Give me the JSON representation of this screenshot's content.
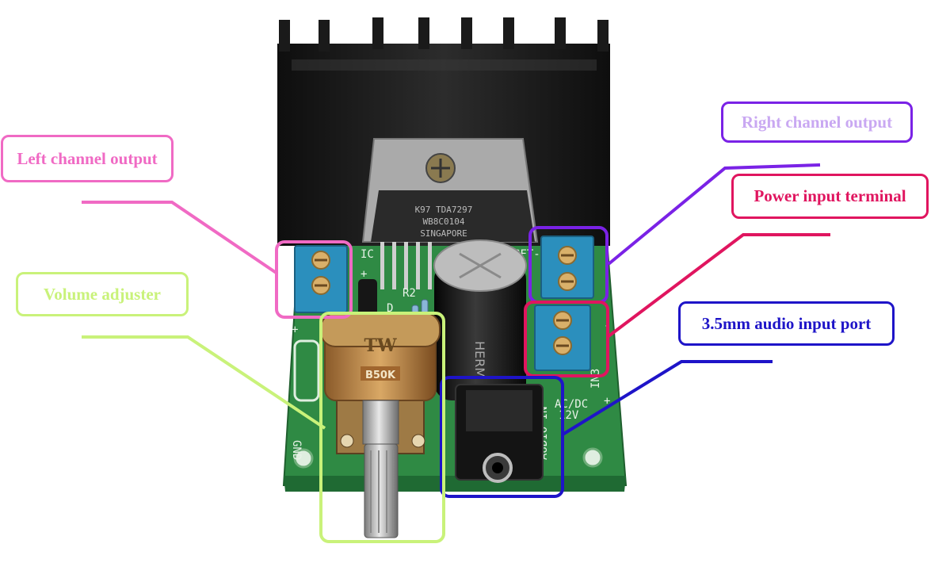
{
  "labels": {
    "left_channel": {
      "text": "Left channel output",
      "color": "#f06ac4"
    },
    "volume": {
      "text": "Volume adjuster",
      "color": "#c9f27a"
    },
    "right_channel": {
      "text": "Right channel output",
      "color": "#7a22e6",
      "text_color": "#c9a8f2"
    },
    "power": {
      "text": "Power input terminal",
      "color": "#e0155f"
    },
    "audio": {
      "text": "3.5mm audio input port",
      "color": "#1e14c8"
    }
  },
  "board": {
    "chip_text": [
      "K97 TDA7297",
      "WB8C0104",
      "SINGAPORE"
    ],
    "pot_text": "B50K",
    "pot_brand": "TW",
    "cap_text": "HERM",
    "silkscreen": [
      "IC",
      "R2",
      "D",
      "GND",
      "AUDIO IN",
      "AC/DC",
      "12V",
      "IN3",
      "+",
      "-",
      "GFT-",
      "+",
      "+",
      "-"
    ],
    "colors": {
      "pcb": "#2f8a44",
      "heatsink": "#1c1c1c",
      "terminal": "#2b8fbd",
      "jack": "#141414",
      "cap": "#161616"
    }
  }
}
